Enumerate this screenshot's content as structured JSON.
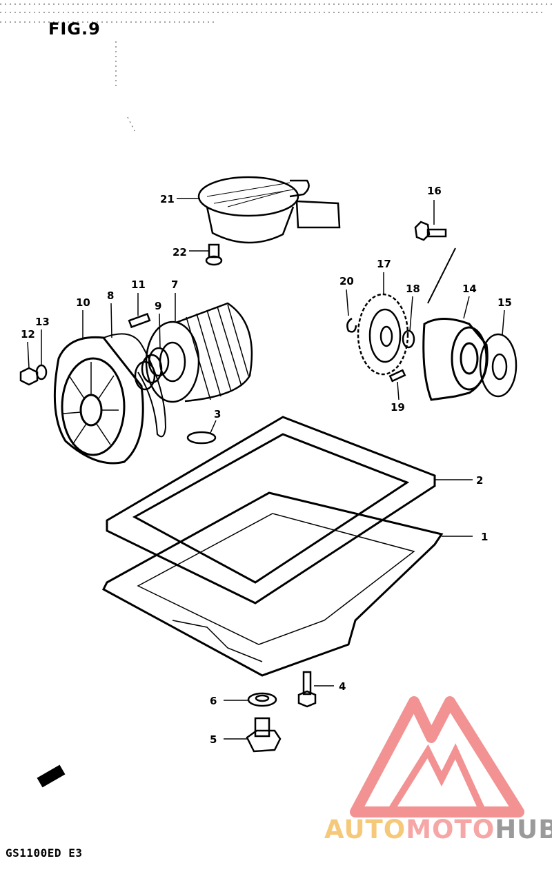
{
  "figure": {
    "title": "FIG.9",
    "model_code": "GS1100ED E3"
  },
  "watermark": {
    "part_a": "AUTO",
    "part_b": "MOTO",
    "part_c": "HUB",
    "colors": {
      "logo": "#f08080",
      "auto": "#f6c97a",
      "moto": "#f7a6a6",
      "hub": "#9a9a9a"
    }
  },
  "callouts": {
    "c1": "1",
    "c2": "2",
    "c3": "3",
    "c4": "4",
    "c5": "5",
    "c6": "6",
    "c7": "7",
    "c8": "8",
    "c9": "9",
    "c10": "10",
    "c11": "11",
    "c12": "12",
    "c13": "13",
    "c14": "14",
    "c15": "15",
    "c16": "16",
    "c17": "17",
    "c18": "18",
    "c19": "19",
    "c20": "20",
    "c21": "21",
    "c22": "22"
  }
}
